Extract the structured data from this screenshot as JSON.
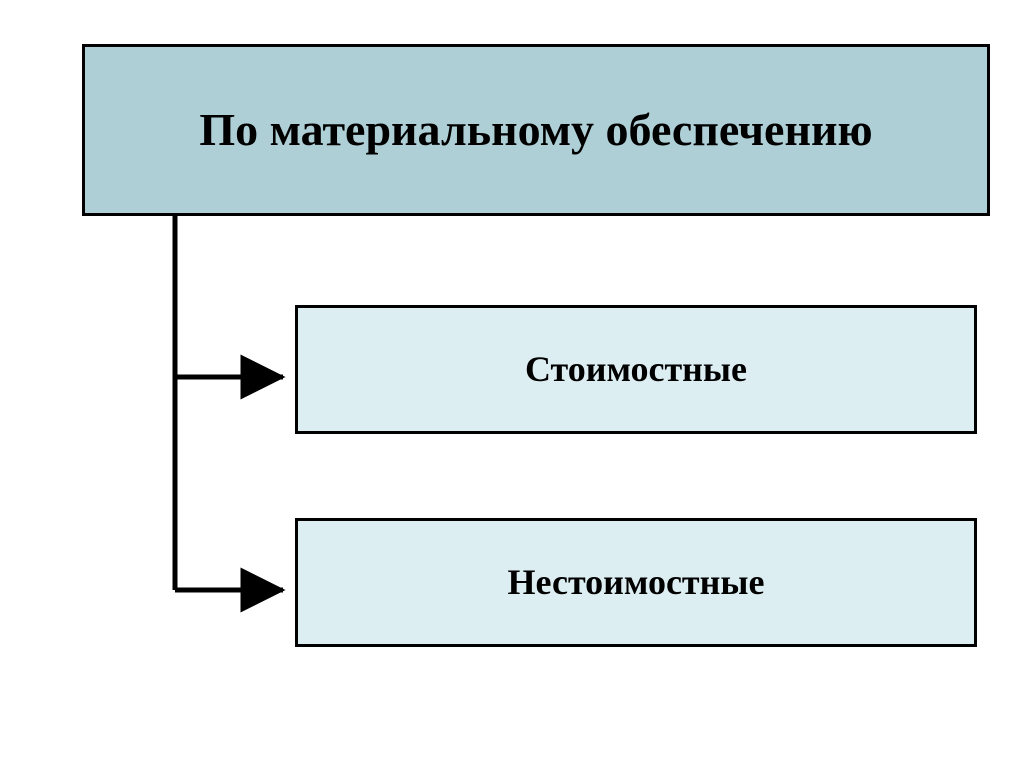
{
  "diagram": {
    "type": "hierarchy-tree",
    "orientation": "vertical-root-with-side-branches",
    "colors": {
      "root_fill": "#aecfd6",
      "child_fill": "#ddeef3",
      "border": "#000000",
      "text": "#000000",
      "background": "#ffffff"
    },
    "root": {
      "label": "По материальному обеспечению",
      "line_1": "По материальному",
      "line_2": "обеспечению"
    },
    "children": [
      {
        "label": "Стоимостные"
      },
      {
        "label": "Нестоимостные"
      }
    ],
    "connectors": [
      {
        "from": "root",
        "to": "child-0",
        "style": "elbow-with-arrow"
      },
      {
        "from": "root",
        "to": "child-1",
        "style": "elbow-with-arrow"
      }
    ]
  }
}
